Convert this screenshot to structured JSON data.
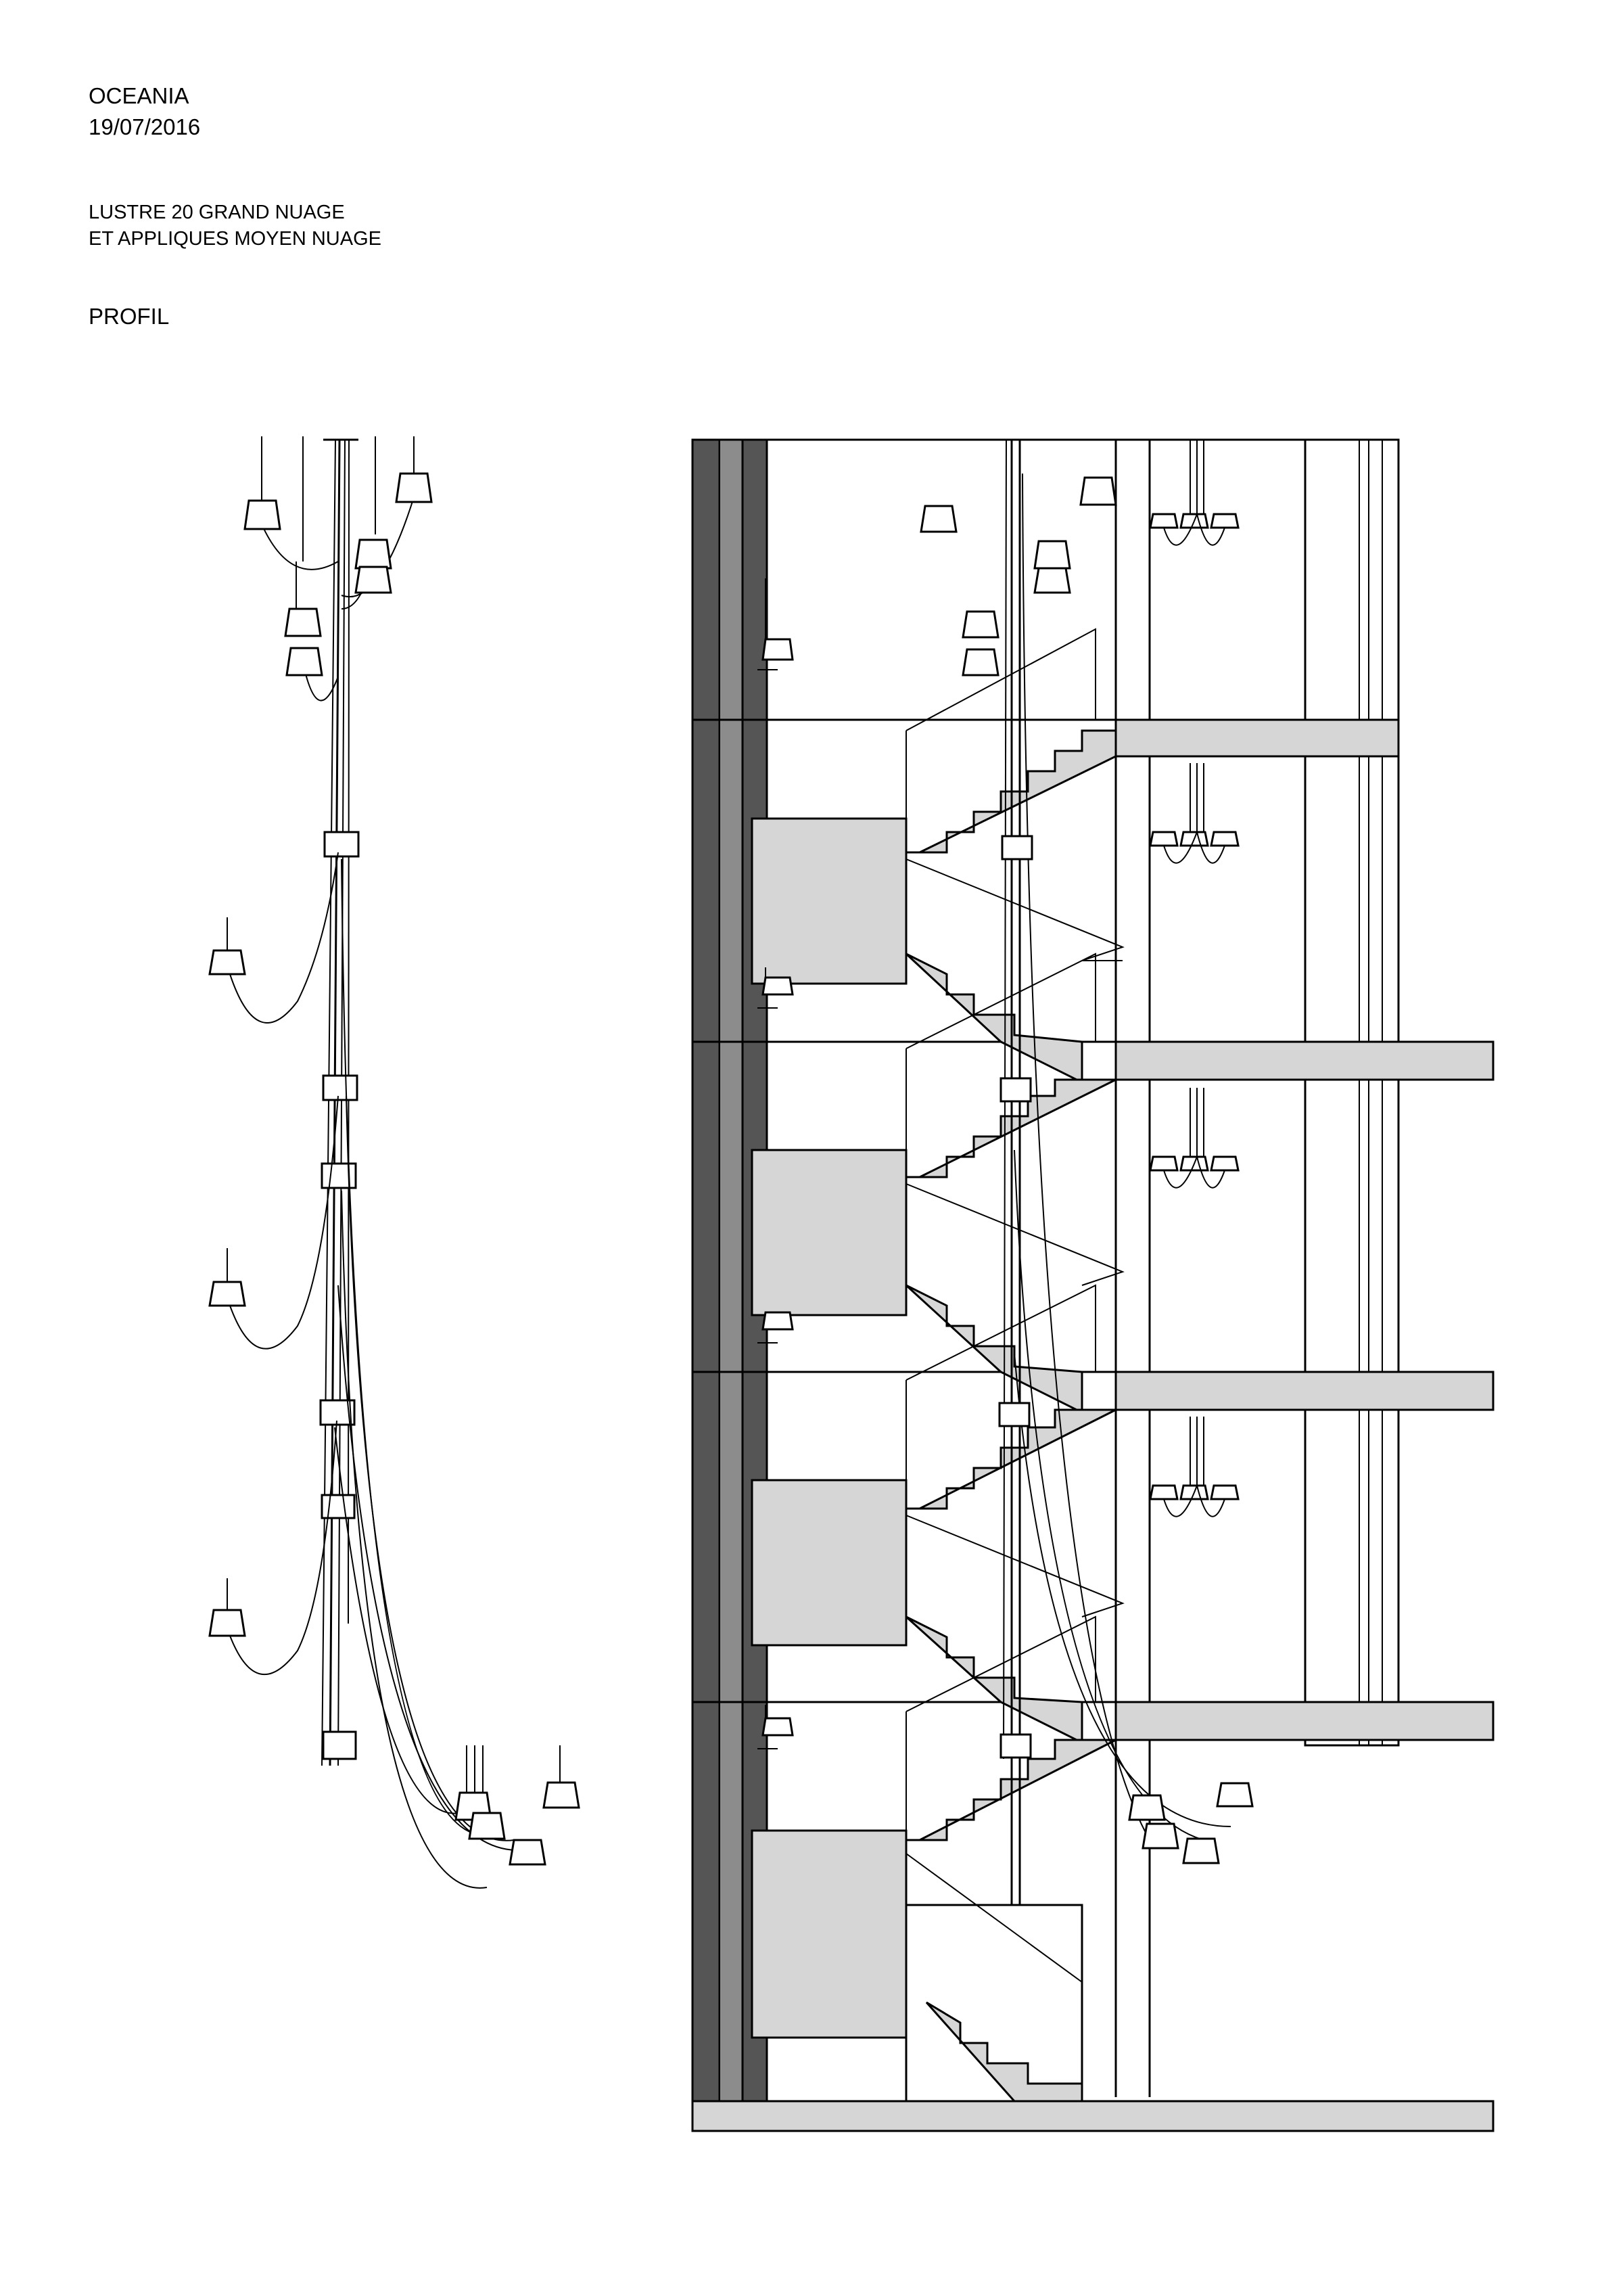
{
  "header": {
    "project": "OCEANIA",
    "date": "19/07/2016",
    "subtitle_line1": "LUSTRE 20 GRAND NUAGE",
    "subtitle_line2": "ET APPLIQUES MOYEN NUAGE",
    "view": "PROFIL"
  },
  "colors": {
    "line": "#000000",
    "slab_fill": "#d6d6d6",
    "wall_dark": "#555555",
    "background": "#ffffff"
  }
}
